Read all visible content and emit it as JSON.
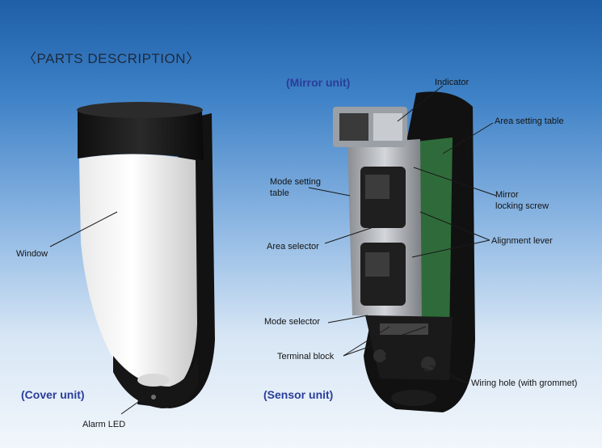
{
  "title": "〈PARTS DESCRIPTION〉",
  "units": {
    "cover": "(Cover unit)",
    "mirror": "(Mirror unit)",
    "sensor": "(Sensor unit)"
  },
  "labels": {
    "window": "Window",
    "alarm_led": "Alarm LED",
    "indicator": "Indicator",
    "area_setting_table": "Area setting table",
    "mode_setting_table_line1": "Mode setting",
    "mode_setting_table_line2": "table",
    "mirror_locking_screw_line1": "Mirror",
    "mirror_locking_screw_line2": "locking screw",
    "area_selector": "Area selector",
    "alignment_lever": "Alignment lever",
    "mode_selector": "Mode selector",
    "terminal_block": "Terminal block",
    "wiring_hole": "Wiring hole (with grommet)"
  }
}
